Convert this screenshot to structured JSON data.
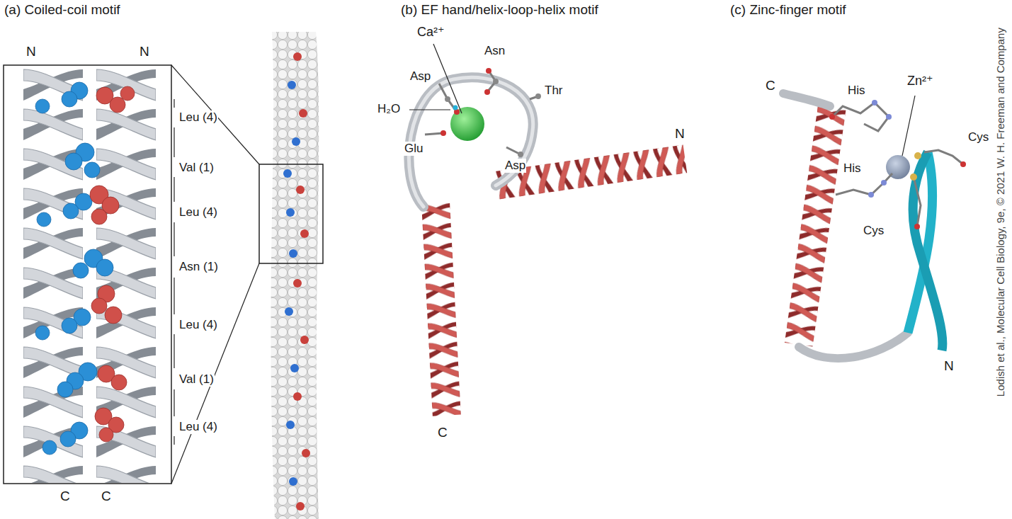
{
  "diagram": {
    "labels": [
      "(a) Coiled-coil motif",
      "N",
      "N",
      "Leu (4)",
      "Val (1)",
      "Leu (4)",
      "Asn (1)",
      "Leu (4)",
      "Val (1)",
      "Leu (4)",
      "C",
      "C",
      "(b) EF hand/helix-loop-helix motif",
      "Ca²⁺",
      "Asn",
      "Asp",
      "Thr",
      "H₂O",
      "Glu",
      "Asp",
      "N",
      "C",
      "(c) Zinc-finger motif",
      "C",
      "His",
      "Zn²⁺",
      "Cys",
      "His",
      "Cys",
      "N",
      "Lodish et al., Molecular Cell Biology, 9e, © 2021 W. H. Freeman and Company"
    ]
  }
}
